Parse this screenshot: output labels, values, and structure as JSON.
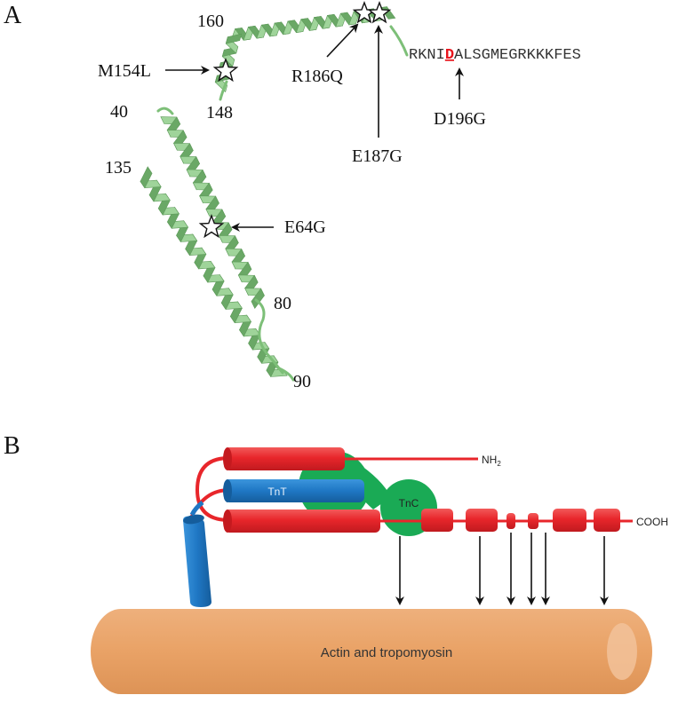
{
  "panel_a": {
    "label": "A",
    "residues": {
      "r160": "160",
      "r148": "148",
      "r40": "40",
      "r135": "135",
      "r80": "80",
      "r90": "90"
    },
    "mutations": {
      "m154l": "M154L",
      "r186q": "R186Q",
      "e187g": "E187G",
      "d196g": "D196G",
      "e64g": "E64G"
    },
    "sequence": {
      "before": "RKNI",
      "highlight": "D",
      "after": "ALSGMEGRKKKFES"
    },
    "colors": {
      "helix": "#9fd49a",
      "helix_dark": "#6aa866",
      "highlight": "#e8141c"
    }
  },
  "panel_b": {
    "label": "B",
    "labels": {
      "tnt": "TnT",
      "tnc": "TnC",
      "nh2_main": "NH",
      "nh2_sub": "2",
      "cooh": "COOH",
      "actin": "Actin and tropomyosin"
    },
    "colors": {
      "tni_red": "#e8262b",
      "tnt_blue": "#1f77c4",
      "tnc_green": "#1aaa55",
      "actin": "#e9a266"
    }
  }
}
